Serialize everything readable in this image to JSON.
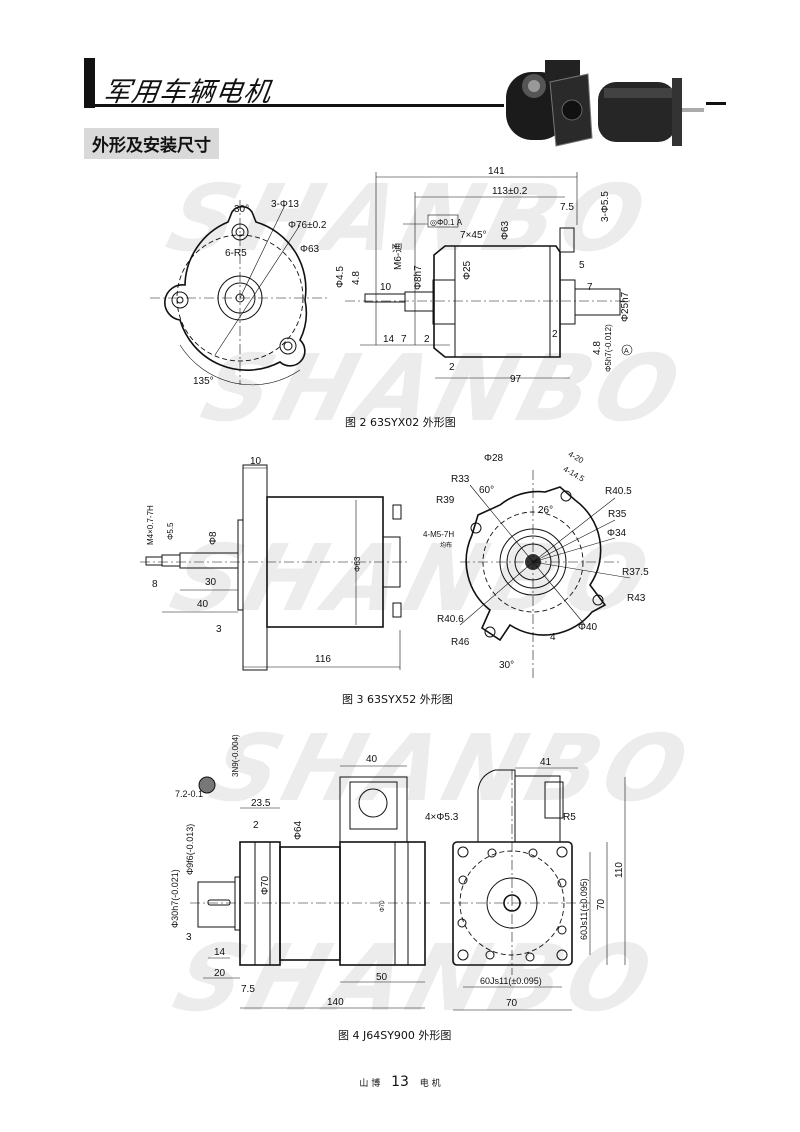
{
  "header": {
    "title": "军用车辆电机",
    "section": "外形及安装尺寸"
  },
  "watermark": "SHANBO",
  "fig2": {
    "caption": "图 2   63SYX02 外形图",
    "front": {
      "angle30": "30°",
      "holes": "3-Φ13",
      "pcd": "Φ76±0.2",
      "dia": "Φ63",
      "radius": "6-R5",
      "angle135": "135°"
    },
    "side": {
      "d141": "141",
      "d113": "113±0.2",
      "d75": "7.5",
      "holes": "3-Φ5.5",
      "tol": "◎Φ0.1 A",
      "chamfer": "7×45°",
      "d63": "Φ63",
      "thread": "M6-通",
      "d25": "Φ25",
      "d8h7": "Φ8h7",
      "d45": "Φ4.5",
      "d48": "4.8",
      "d10": "10",
      "d5": "5",
      "d7r": "7",
      "d25h7": "Φ25h7",
      "d14": "14",
      "d7": "7",
      "d2a": "2",
      "d2b": "2",
      "d48b": "4.8",
      "d5h7": "Φ5h7(-0.012)",
      "datum": "A",
      "d2c": "2",
      "d97": "97"
    }
  },
  "fig3": {
    "caption": "图 3    63SYX52 外形图",
    "side": {
      "d10": "10",
      "d8": "Φ8",
      "d63": "Φ63",
      "thread": "M4×0.7-7H",
      "d55": "Φ5.5",
      "d8b": "8",
      "d30": "30",
      "d40": "40",
      "d3": "3",
      "d116": "116"
    },
    "front": {
      "d28": "Φ28",
      "r33": "R33",
      "a60": "60°",
      "r39": "R39",
      "m5": "4-M5-7H",
      "m5note": "均布",
      "a26": "26°",
      "w20": "4-20",
      "w145": "4-14.5",
      "r405": "R40.5",
      "r35": "R35",
      "d34": "Φ34",
      "r375": "R37.5",
      "r43": "R43",
      "r406": "R40.6",
      "r46": "R46",
      "d40": "Φ40",
      "d4": "4",
      "a30": "30°"
    }
  },
  "fig4": {
    "caption": "图 4    J64SY900 外形图",
    "side": {
      "d40": "40",
      "key": "3N9(-0.004)",
      "d72": "7.2-0.1",
      "d235": "23.5",
      "d2": "2",
      "d64": "Φ64",
      "d9f6": "Φ9f6(-0.013)",
      "d70": "Φ70",
      "d70s": "Φ70",
      "d30h7": "Φ30h7(-0.021)",
      "d3": "3",
      "d14": "14",
      "d20": "20",
      "d75": "7.5",
      "d50": "50",
      "d140": "140"
    },
    "front": {
      "d41": "41",
      "holes": "4×Φ5.3",
      "r5": "R5",
      "js11v": "60Js11(±0.095)",
      "d70v": "70",
      "d110": "110",
      "js11h": "60Js11(±0.095)",
      "d70h": "70"
    }
  },
  "footer": {
    "left": "山 博",
    "page": "13",
    "right": "电 机"
  }
}
